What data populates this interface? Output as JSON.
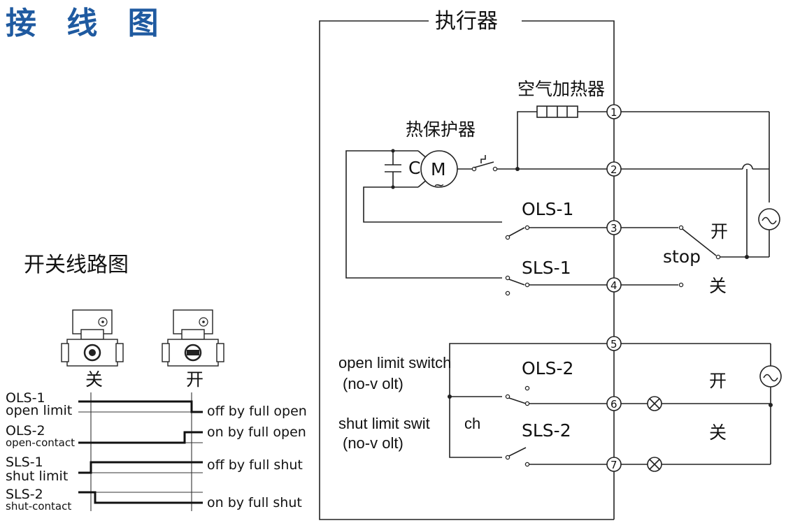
{
  "title": "接 线 图",
  "actuator_label": "执行器",
  "air_heater_label": "空气加热器",
  "thermal_protector_label": "热保护器",
  "capacitor_label": "C",
  "motor_label": "M",
  "motor_ac_symbol": "~",
  "terminals": [
    "1",
    "2",
    "3",
    "4",
    "5",
    "6",
    "7"
  ],
  "switch_labels": {
    "ols1": "OLS-1",
    "sls1": "SLS-1",
    "ols2": "OLS-2",
    "sls2": "SLS-2"
  },
  "control": {
    "open": "开",
    "close": "关",
    "stop": "stop"
  },
  "signal": {
    "open_limit_switch": "open limit switch",
    "open_nov": "(no-v olt)",
    "shut_limit_switch": "shut limit swit",
    "ch": "ch",
    "shut_nov": "(no-v olt)",
    "open": "开",
    "close": "关"
  },
  "switch_circuit_title": "开关线路图",
  "valve_states": {
    "closed": "关",
    "open": "开"
  },
  "timing_rows": [
    {
      "name": "OLS-1",
      "desc": "open limit",
      "state": "off by full open"
    },
    {
      "name": "OLS-2",
      "desc": "open-contact",
      "state": "on by full open"
    },
    {
      "name": "SLS-1",
      "desc": "shut limit",
      "state": "off  by full shut"
    },
    {
      "name": "SLS-2",
      "desc": "shut-contact",
      "state": "on by full shut"
    }
  ],
  "colors": {
    "heading": "#1f5aa0",
    "line": "#222222"
  }
}
